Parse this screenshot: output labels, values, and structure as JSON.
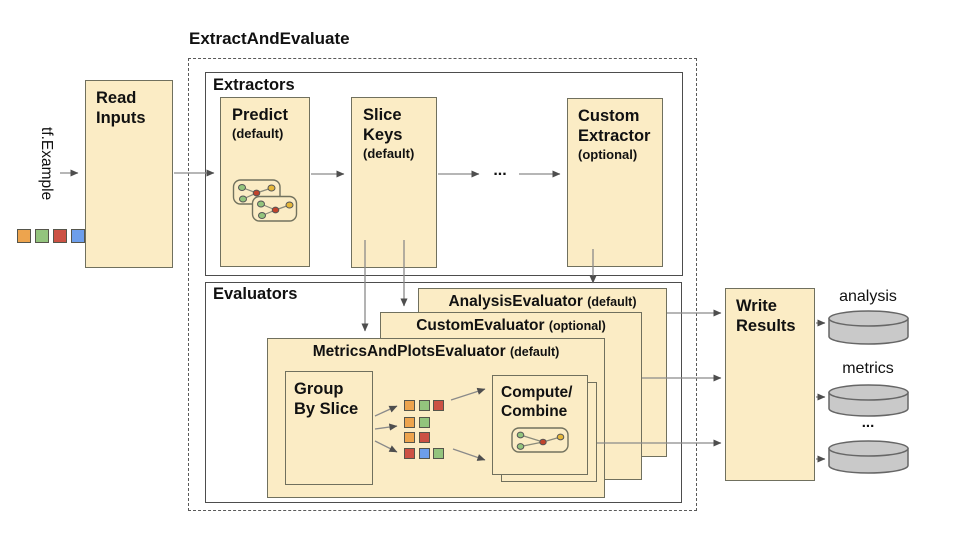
{
  "title": "ExtractAndEvaluate",
  "palette": {
    "box_fill": "#FBECC5",
    "box_border": "#70705e",
    "frame_border": "#4d4d4d",
    "orange": "#EDA44E",
    "green": "#93C47D",
    "red": "#CC5144",
    "blue": "#6D9EEB",
    "icon_red": "#C1432B",
    "icon_yellow": "#E5B73B",
    "cylinder_fill": "#C9C9C9",
    "arrow": "#8a8a8a"
  },
  "input": {
    "label": "tf.Example",
    "squares": [
      "orange",
      "green",
      "red",
      "blue"
    ]
  },
  "read_inputs": {
    "line1": "Read",
    "line2": "Inputs"
  },
  "extractors": {
    "label": "Extractors",
    "predict_name": "Predict",
    "predict_qualifier": "(default)",
    "slice_keys_line1": "Slice",
    "slice_keys_line2": "Keys",
    "slice_keys_qualifier": "(default)",
    "ellipsis": "...",
    "custom_line1": "Custom",
    "custom_line2": "Extractor",
    "custom_qualifier": "(optional)"
  },
  "evaluators": {
    "label": "Evaluators",
    "analysis_name": "AnalysisEvaluator",
    "analysis_qualifier": "(default)",
    "custom_name": "CustomEvaluator",
    "custom_qualifier": "(optional)",
    "metrics_name": "MetricsAndPlotsEvaluator",
    "metrics_qualifier": "(default)",
    "group_line1": "Group",
    "group_line2": "By Slice",
    "compute_line1": "Compute/",
    "compute_line2": "Combine",
    "slice_rows": [
      [
        "orange",
        "green",
        "red"
      ],
      [
        "orange",
        "green"
      ],
      [
        "orange",
        "red"
      ],
      [
        "red",
        "blue",
        "green"
      ]
    ]
  },
  "write_results": {
    "line1": "Write",
    "line2": "Results"
  },
  "outputs": {
    "label1": "analysis",
    "label2": "metrics",
    "label3": "..."
  }
}
